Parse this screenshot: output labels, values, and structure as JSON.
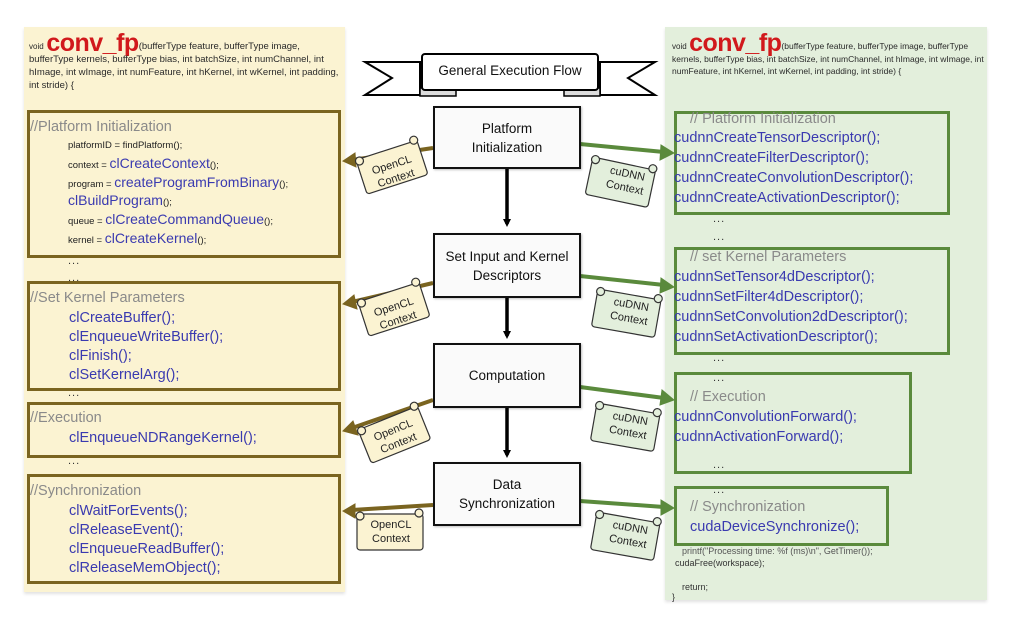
{
  "title": "General Execution Flow",
  "steps": [
    {
      "label_line1": "Platform",
      "label_line2": "Initialization"
    },
    {
      "label_line1": "Set Input and Kernel",
      "label_line2": "Descriptors"
    },
    {
      "label_line1": "Computation",
      "label_line2": ""
    },
    {
      "label_line1": "Data",
      "label_line2": "Synchronization"
    }
  ],
  "context_labels": {
    "opencl": {
      "line1": "OpenCL",
      "line2": "Context"
    },
    "cudnn": {
      "line1": "cuDNN",
      "line2": "Context"
    }
  },
  "colors": {
    "opencl_panel": "#fbf3d2",
    "opencl_border": "#7a6420",
    "cudnn_panel": "#e3efdc",
    "cudnn_border": "#5a8a3c",
    "function_name": "#d1191c",
    "api_call": "#3a3ab0",
    "comment": "#8a8a8a"
  },
  "opencl": {
    "signature": {
      "void": "void",
      "name": "conv_fp",
      "args": "(bufferType feature, bufferType image, bufferType kernels, bufferType bias, int batchSize, int numChannel, int hImage, int wImage, int numFeature, int hKernel, int wKernel, int padding, int stride) {"
    },
    "platform": {
      "comment": "//Platform Initialization",
      "lines": [
        {
          "prefix": "platformID = findPlatform();",
          "call": ""
        },
        {
          "prefix": "context = ",
          "call": "clCreateContext",
          "suffix": "();"
        },
        {
          "prefix": "program = ",
          "call": "createProgramFromBinary",
          "suffix": "();"
        },
        {
          "prefix": "",
          "call": "clBuildProgram",
          "suffix": "();"
        },
        {
          "prefix": "queue = ",
          "call": "clCreateCommandQueue",
          "suffix": "();"
        },
        {
          "prefix": "kernel = ",
          "call": "clCreateKernel",
          "suffix": "();"
        }
      ]
    },
    "kernel_params": {
      "comment": "//Set Kernel Parameters",
      "calls": [
        "clCreateBuffer();",
        "clEnqueueWriteBuffer();",
        "clFinish();",
        "clSetKernelArg();"
      ]
    },
    "execution": {
      "comment": "//Execution",
      "calls": [
        "clEnqueueNDRangeKernel();"
      ]
    },
    "sync": {
      "comment": "//Synchronization",
      "calls": [
        "clWaitForEvents();",
        "clReleaseEvent();",
        "clEnqueueReadBuffer();",
        "clReleaseMemObject();"
      ]
    },
    "ellipsis": "..."
  },
  "cudnn": {
    "signature": {
      "void": "void",
      "name": "conv_fp",
      "args": "(bufferType feature, bufferType image, bufferType kernels, bufferType bias, int batchSize, int numChannel, int hImage, int wImage, int numFeature, int hKernel, int wKernel, int padding, int stride) {"
    },
    "platform": {
      "comment": "// Platform Initialization",
      "calls": [
        "cudnnCreateTensorDescriptor();",
        "cudnnCreateFilterDescriptor();",
        "cudnnCreateConvolutionDescriptor();",
        "cudnnCreateActivationDescriptor();"
      ]
    },
    "kernel_params": {
      "comment": "// set Kernel Parameters",
      "calls": [
        "cudnnSetTensor4dDescriptor();",
        "cudnnSetFilter4dDescriptor();",
        "cudnnSetConvolution2dDescriptor();",
        "cudnnSetActivationDescriptor();"
      ]
    },
    "execution": {
      "comment": "// Execution",
      "calls": [
        "cudnnConvolutionForward();",
        "cudnnActivationForward();"
      ]
    },
    "sync": {
      "comment": "// Synchronization",
      "calls": [
        "cudaDeviceSynchronize();"
      ]
    },
    "tail": [
      "printf(\"Processing time: %f (ms)\\n\", GetTimer());",
      "cudaFree(workspace);",
      "return;",
      "}"
    ],
    "ellipsis": "..."
  }
}
